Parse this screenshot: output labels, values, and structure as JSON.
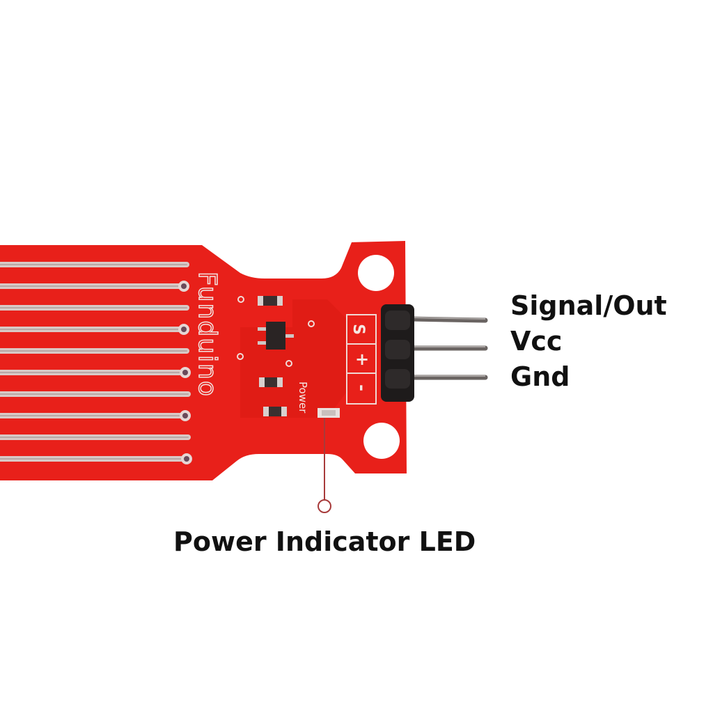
{
  "image": {
    "subject": "Water level sensor module",
    "board_color": "#e8201a",
    "board_shadow": "#c5140f",
    "background": "#ffffff"
  },
  "board": {
    "brand_text": "Funduino",
    "silkscreen_power": "Power",
    "pin_markers": [
      "S",
      "+",
      "-"
    ],
    "trace_count": 10
  },
  "callouts": {
    "pins": [
      {
        "label": "Signal/Out"
      },
      {
        "label": "Vcc"
      },
      {
        "label": "Gnd"
      }
    ],
    "led": {
      "label": "Power Indicator LED"
    }
  }
}
